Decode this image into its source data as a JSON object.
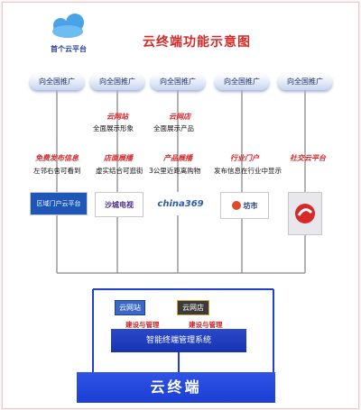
{
  "header": {
    "platform_label": "首个云平台",
    "title": "云终端功能示意图"
  },
  "columns": [
    {
      "promo": "向全国推广",
      "mid_tag": "",
      "mid_desc": "",
      "tag": "免费发布信息",
      "desc": "左邻右舍可看到",
      "logo_text": "区域门户云平台"
    },
    {
      "promo": "向全国推广",
      "mid_tag": "云网站",
      "mid_desc": "全面展示形象",
      "tag": "店面展播",
      "desc": "虚实结合可逛街",
      "logo_text": "沙城电视"
    },
    {
      "promo": "向全国推广",
      "mid_tag": "云网店",
      "mid_desc": "全面展示产品",
      "tag": "产品展播",
      "desc": "3公里近距离购物",
      "logo_text": "china369"
    },
    {
      "promo": "向全国推广",
      "mid_tag": "",
      "mid_desc": "",
      "tag": "行业门户",
      "desc": "发布信息在行业中显示",
      "logo_text": "坊市"
    },
    {
      "promo": "向全国推广",
      "mid_tag": "",
      "mid_desc": "",
      "tag": "社交云平台",
      "desc": "",
      "logo_text": ""
    }
  ],
  "bottom": {
    "site_box": "云网站",
    "shop_box": "云网店",
    "manage_left": "建设与管理",
    "manage_right": "建设与管理",
    "mgmt_system": "智能终端管理系统",
    "cloud_terminal": "云终端"
  },
  "colors": {
    "title": "#d42a2a",
    "accent_red": "#d8262a",
    "bar_blue": "#1f3fd0",
    "line": "#8a8a8a"
  }
}
